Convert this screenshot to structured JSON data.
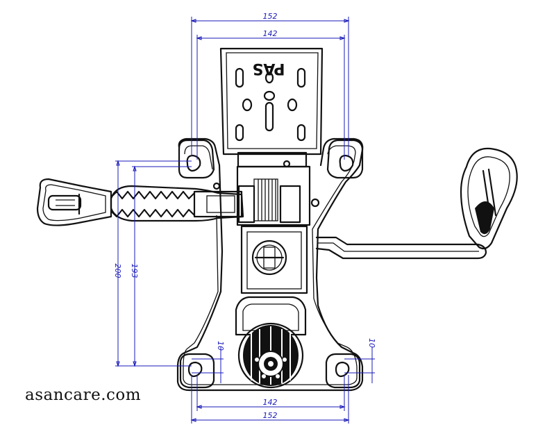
{
  "watermark": "asancare.com",
  "plate_logo": "PAS",
  "dimensions": {
    "top_outer_width": "152",
    "top_inner_width": "142",
    "left_outer_height": "200",
    "left_inner_height": "193",
    "left_small_gap": "10",
    "right_small_gap": "10",
    "bottom_inner_width": "142",
    "bottom_outer_width": "152"
  },
  "colors": {
    "line": "#111111",
    "dimension": "#1a1ab8",
    "background": "#ffffff"
  }
}
